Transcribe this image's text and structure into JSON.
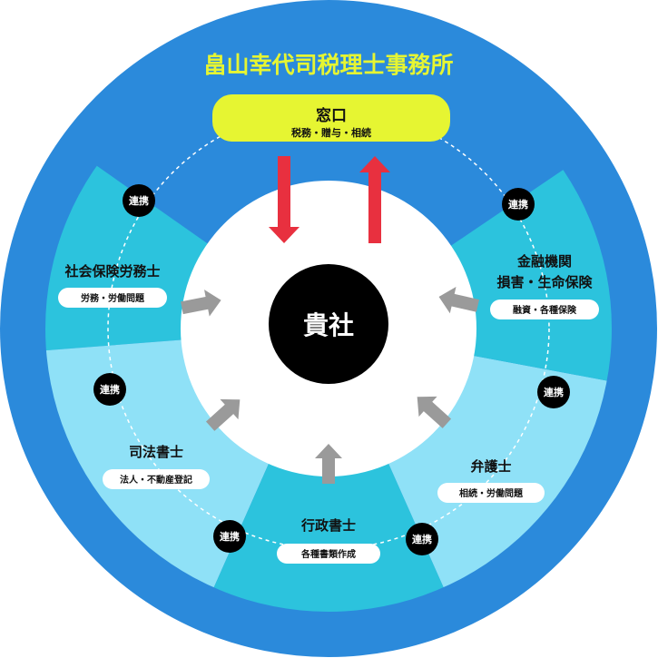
{
  "title": "畠山幸代司税理士事務所",
  "center": "貴社",
  "window": {
    "label": "窓口",
    "sub": "税務・贈与・相続"
  },
  "link_label": "連携",
  "partners": [
    {
      "name": "社会保険労務士",
      "tag": "労務・労働問題"
    },
    {
      "name_line1": "金融機関",
      "name_line2": "損害・生命保険",
      "tag": "融資・各種保険"
    },
    {
      "name": "司法書士",
      "tag": "法人・不動産登記"
    },
    {
      "name": "弁護士",
      "tag": "相続・労働問題"
    },
    {
      "name": "行政書士",
      "tag": "各種書類作成"
    }
  ],
  "colors": {
    "outer_ring": "#2b8adb",
    "segment_teal": "#2cc3dd",
    "segment_light": "#8fe1f7",
    "window_box": "#e6f532",
    "title_text": "#e6f532",
    "arrow_red": "#e8303f",
    "arrow_gray": "#9a9a9a",
    "center_circle": "#000000"
  }
}
